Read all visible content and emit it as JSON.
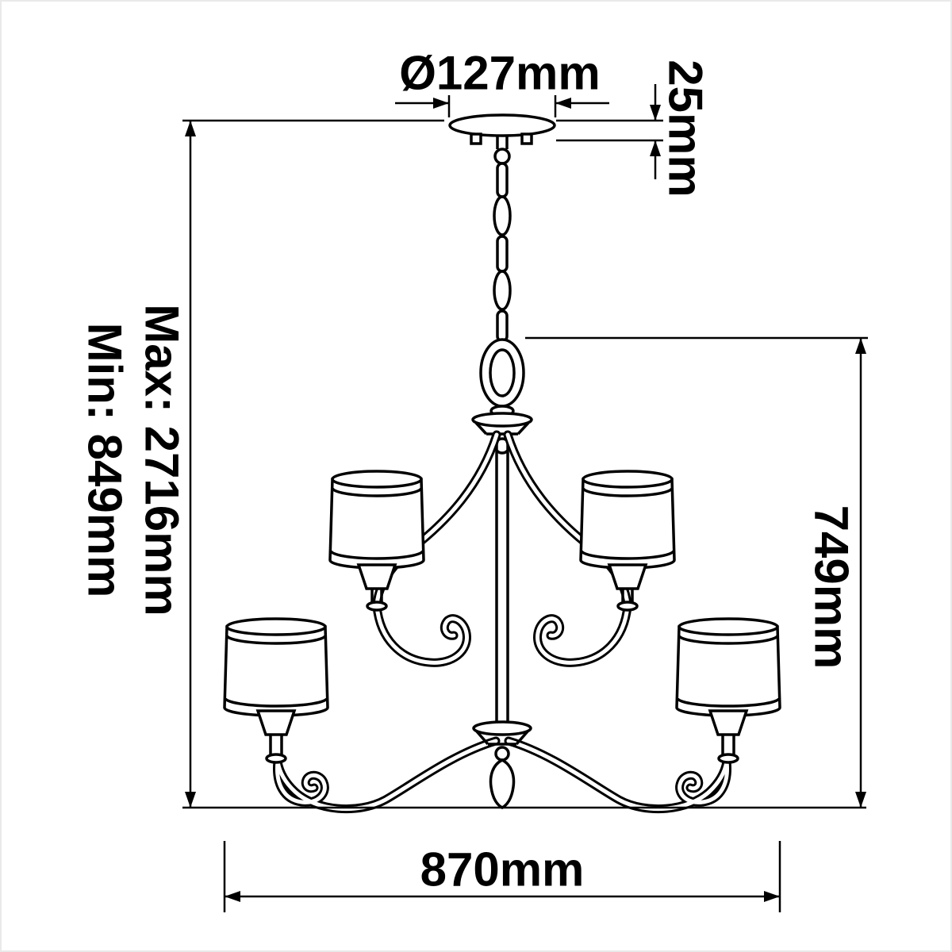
{
  "diagram": {
    "labels": {
      "diameter": "Ø127mm",
      "canopy_height": "25mm",
      "min_height": "Min: 849mm",
      "max_height": "Max: 2716mm",
      "body_height": "749mm",
      "width": "870mm"
    },
    "colors": {
      "line": "#000000",
      "background": "#ffffff",
      "frame": "#e9e9e9"
    }
  }
}
